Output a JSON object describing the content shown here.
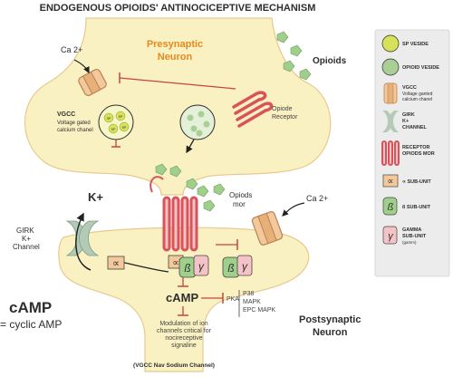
{
  "title": "ENDOGENOUS OPIOIDS' ANTINOCICEPTIVE MECHANISM",
  "presynaptic": {
    "label_line1": "Presynaptic",
    "label_line2": "Neuron",
    "ca_label": "Ca 2+",
    "vgcc_line1": "VGCC",
    "vgcc_line2": "Voltage gated",
    "vgcc_line3": "calcium chanel",
    "opioids_label": "Opioids",
    "receptor_line1": "Opiode",
    "receptor_line2": "Receptor",
    "vesicle_text": "SP"
  },
  "postsynaptic": {
    "label_line1": "Postsynaptic",
    "label_line2": "Neuron",
    "kplus": "K+",
    "girk_line1": "GIRK",
    "girk_line2": "K+",
    "girk_line3": "Channel",
    "ca_label": "Ca 2+",
    "opioids_line1": "Opiods",
    "opioids_line2": "mor",
    "alpha": "∝",
    "beta": "ß",
    "gamma": "γ",
    "camp": "cAMP",
    "pka": "PKA",
    "p38_line1": "P38",
    "p38_line2": "MAPK",
    "p38_line3": "EPC MAPK",
    "modulation_line1": "Modulation of ion",
    "modulation_line2": "channels critical for",
    "modulation_line3": "nocireceptive",
    "modulation_line4": "signaline",
    "vgcc_nav": "(VGCC Nav Sodium Channel)"
  },
  "side": {
    "camp": "cAMP",
    "camp_def": "= cyclic AMP"
  },
  "legend": {
    "sp_veside": "SP VESIDE",
    "opioid_veside": "OPIOID VESIDE",
    "vgcc_line1": "VGCC",
    "vgcc_line2": "Voltage ganted",
    "vgcc_line3": "calcium chanel",
    "girk_line1": "GIRK",
    "girk_line2": "K+",
    "girk_line3": "CHANNEL",
    "receptor_line1": "RECEPTOR",
    "receptor_line2": "OPIODS MOR",
    "alpha_unit": "∝ SUB-UNIT",
    "beta_unit": "ß SUB-UNIT",
    "gamma_line1": "GAMMA",
    "gamma_line2": "SUB-UNIT",
    "gamma_line3": "(gamm)"
  },
  "colors": {
    "neuron_fill": "#faf1c3",
    "neuron_stroke": "#e8c98e",
    "receptor": "#d9535a",
    "receptor_fill": "#f4c3c7",
    "vesicle_sp": "#d7e25a",
    "vesicle_opioid": "#a9cf97",
    "opioid_green": "#9fcf8b",
    "vgcc_fill": "#f3c89b",
    "vgcc_stroke": "#b78355",
    "girk": "#b3cbb6",
    "subunit_fill": "#f3c89b",
    "legend_bg": "#ececec",
    "inhibit": "#c8443a",
    "text": "#2e2e2e"
  }
}
